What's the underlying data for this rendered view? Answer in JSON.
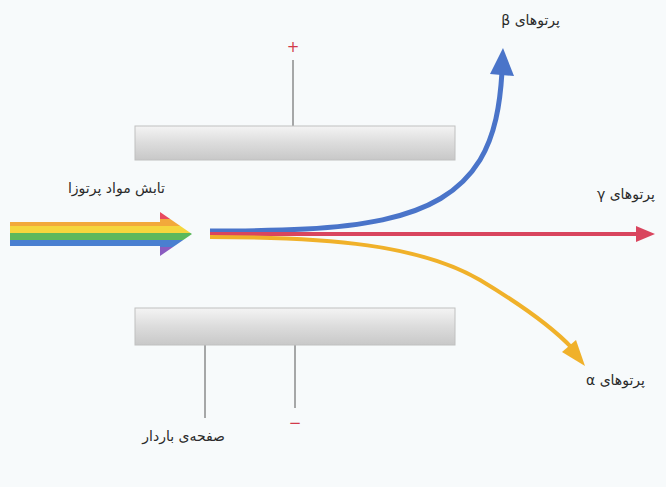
{
  "diagram": {
    "labels": [
      "+",
      "پرتوهای β",
      "تابش مواد پرتوزا",
      "پرتوهای γ",
      "پرتوهای α",
      "صفحه‌ی باردار",
      "−"
    ]
  }
}
